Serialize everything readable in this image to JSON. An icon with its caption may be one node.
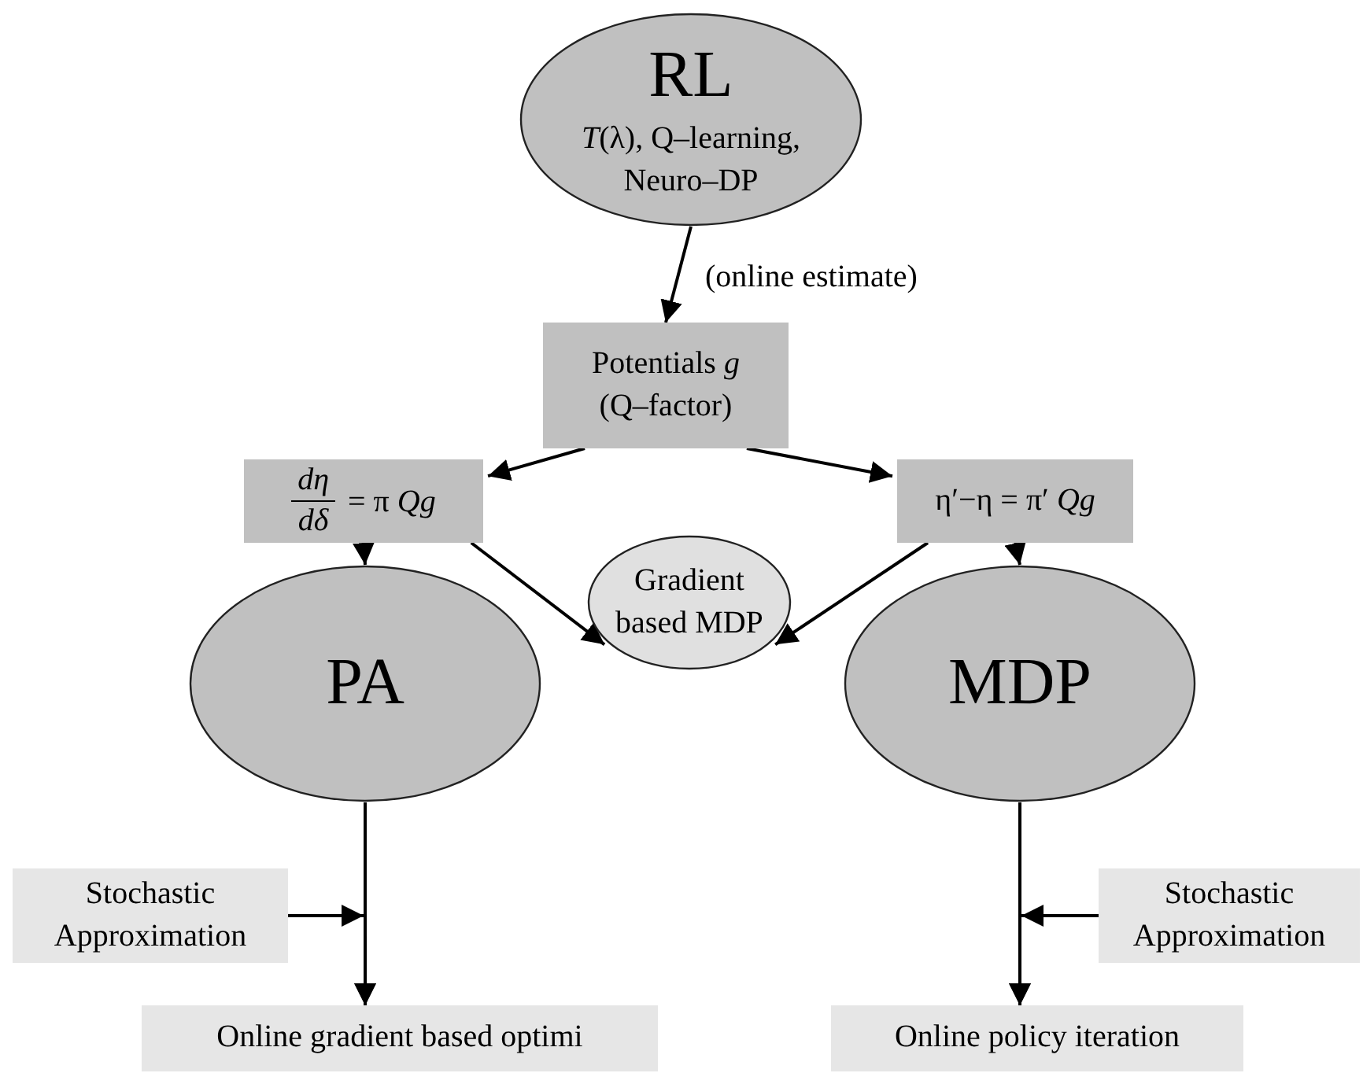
{
  "diagram": {
    "nodes": [
      {
        "text": [
          "RL",
          "*T*(λ), Q–learning, Neuro–DP"
        ]
      },
      {
        "text": [
          "Potentials *g* (Q–factor)"
        ]
      },
      {
        "text": [
          "dη",
          "dδ",
          "= π *Qg*"
        ]
      },
      {
        "text": [
          "η′−η = π′ *Qg*"
        ]
      },
      {
        "text": [
          "Gradient based MDP"
        ]
      },
      {
        "text": [
          "PA"
        ]
      },
      {
        "text": [
          "MDP"
        ]
      },
      {
        "text": [
          "Stochastic Approximation"
        ]
      },
      {
        "text": [
          "Online gradient based optimi"
        ]
      },
      {
        "text": [
          "Stochastic Approximation"
        ]
      },
      {
        "text": [
          "Online policy iteration"
        ]
      }
    ],
    "edges": [
      {
        "from": 0,
        "to": 1,
        "arrow": "to",
        "label": "(online estimate)"
      },
      {
        "from": 1,
        "to": 2,
        "arrow": "to"
      },
      {
        "from": 1,
        "to": 3,
        "arrow": "to"
      },
      {
        "from": 2,
        "to": 4,
        "arrow": "to"
      },
      {
        "from": 3,
        "to": 4,
        "arrow": "to"
      },
      {
        "from": 2,
        "to": 5,
        "arrow": "to"
      },
      {
        "from": 3,
        "to": 6,
        "arrow": "to"
      },
      {
        "from": 5,
        "to": 8,
        "arrow": "to"
      },
      {
        "from": 6,
        "to": 10,
        "arrow": "to"
      },
      {
        "from": 7,
        "to": 8,
        "arrow": "to"
      },
      {
        "from": 9,
        "to": 10,
        "arrow": "to"
      }
    ]
  }
}
